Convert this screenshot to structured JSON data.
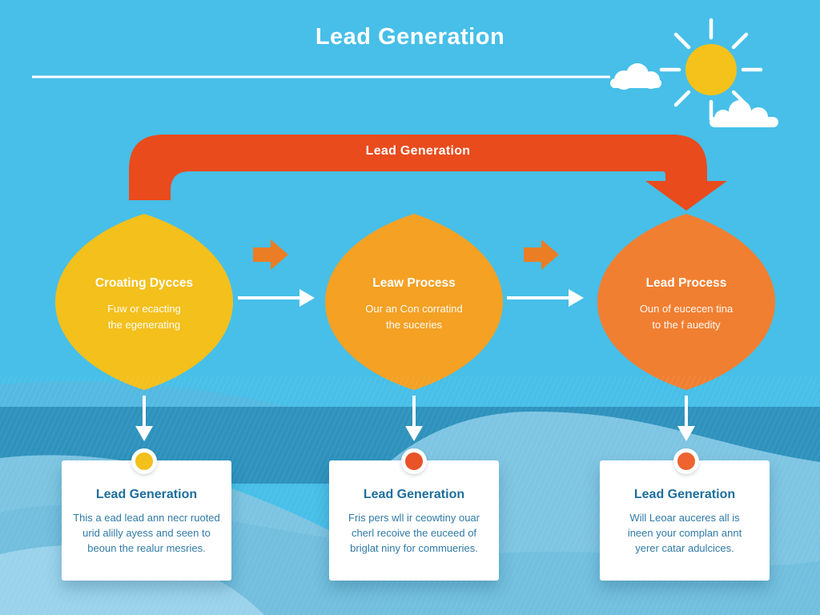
{
  "title": "Lead Generation",
  "banner": {
    "label": "Lead Generation"
  },
  "shapes": [
    {
      "heading": "Croating Dycces",
      "lines": [
        "Fuw or ecacting",
        "the egenerating"
      ]
    },
    {
      "heading": "Leaw Process",
      "lines": [
        "Our an Con corratind",
        "the suceries"
      ]
    },
    {
      "heading": "Lead Process",
      "lines": [
        "Oun of eucecen tina",
        "to the f auedity"
      ]
    }
  ],
  "cards": [
    {
      "heading": "Lead Generation",
      "lines": [
        "This a ead lead ann necr ruoted",
        "urid alilly ayess and seen to",
        "beoun the realur mesries."
      ]
    },
    {
      "heading": "Lead Generation",
      "lines": [
        "Fris pers wll ir ceowtiny ouar",
        "cherl recoive the euceed of",
        "briglat niny for commueries."
      ]
    },
    {
      "heading": "Lead Generation",
      "lines": [
        "Will Leoar auceres all is",
        "ineen your complan annt",
        "yerer catar adulcices."
      ]
    }
  ],
  "icons": {
    "sun": "sun-icon",
    "cloud": "cloud-icon",
    "flow_arrow": "flow-arrow-icon",
    "connector_arrow": "connector-arrow-icon",
    "down_arrow": "down-arrow-icon",
    "banner_arrow": "banner-arrow"
  },
  "colors": {
    "sky": "#47BFE8",
    "banner_red": "#E94B1D",
    "shape_yellow": "#F3C01C",
    "shape_orange": "#F4A124",
    "shape_deep_orange": "#F17F31",
    "flow_arrow_orange": "#EB7D24",
    "sun_yellow": "#F4C21A",
    "dot_yellow": "#F3C01C",
    "dot_orange": "#E85327",
    "dot_deep_orange": "#EE6330",
    "card_heading_blue": "#1E6E9D",
    "card_body_blue": "#2F7AA6",
    "wave_dark": "#2E92BD",
    "wave_light": "#7EC5E3",
    "white": "#FFFFFF"
  }
}
